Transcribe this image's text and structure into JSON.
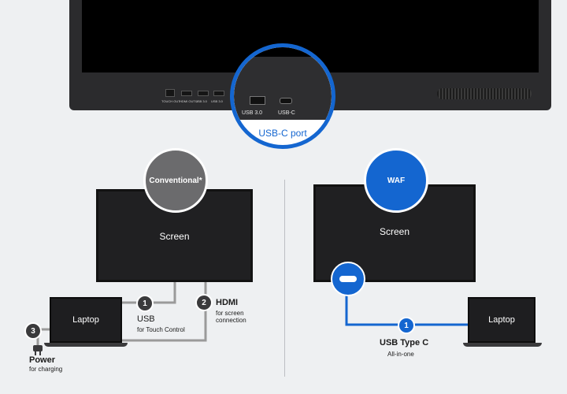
{
  "top_display": {
    "port_labels": [
      "TOUCH OUT",
      "HDMI OUT 1",
      "USB 3.0",
      "USB 3.0"
    ]
  },
  "magnifier": {
    "ports": [
      "USB 3.0",
      "USB-C"
    ],
    "caption": "USB-C port"
  },
  "conventional": {
    "badge": "Conventional*",
    "screen_label": "Screen",
    "laptop_label": "Laptop",
    "connections": [
      {
        "number": "1",
        "title": "USB",
        "subtitle": "for Touch Control"
      },
      {
        "number": "2",
        "title": "HDMI",
        "subtitle": "for screen connection"
      },
      {
        "number": "3",
        "title": "Power",
        "subtitle": "for charging"
      }
    ]
  },
  "waf": {
    "badge": "WAF",
    "screen_label": "Screen",
    "laptop_label": "Laptop",
    "connection": {
      "number": "1",
      "title": "USB Type C",
      "subtitle": "All-in-one"
    }
  },
  "colors": {
    "accent": "#1466d0",
    "badge_grey": "#6b6b6d",
    "cable_grey": "#9a9a9a"
  }
}
